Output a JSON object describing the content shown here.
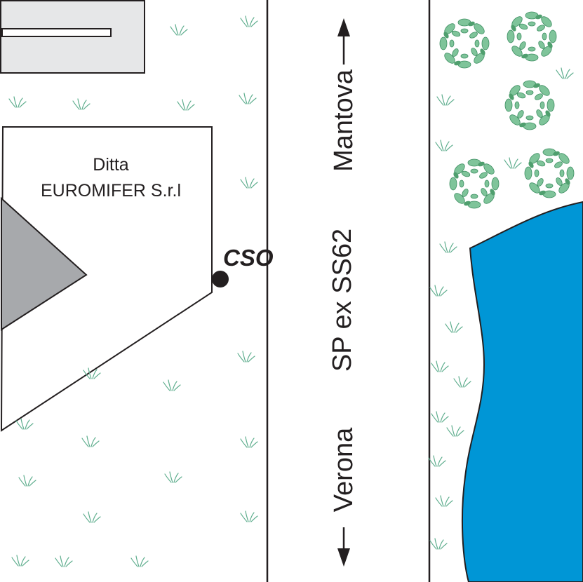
{
  "company": {
    "line1": "Ditta",
    "line2": "EUROMIFER S.r.l"
  },
  "point": {
    "label": "CSO"
  },
  "road": {
    "name": "SP ex SS62",
    "north_label": "Mantova",
    "south_label": "Verona"
  },
  "colors": {
    "water": "#0096d6",
    "building_fill": "#e6e7e8",
    "shape_gray": "#a7a9ac",
    "vegetation": "#8cc63f",
    "grass": "#5fae8e",
    "lines": "#231f20"
  },
  "icons": {
    "grass": "grass-tuft-icon",
    "tree": "shrub-icon",
    "arrow_north": "arrow-up-icon",
    "arrow_south": "arrow-down-icon"
  }
}
